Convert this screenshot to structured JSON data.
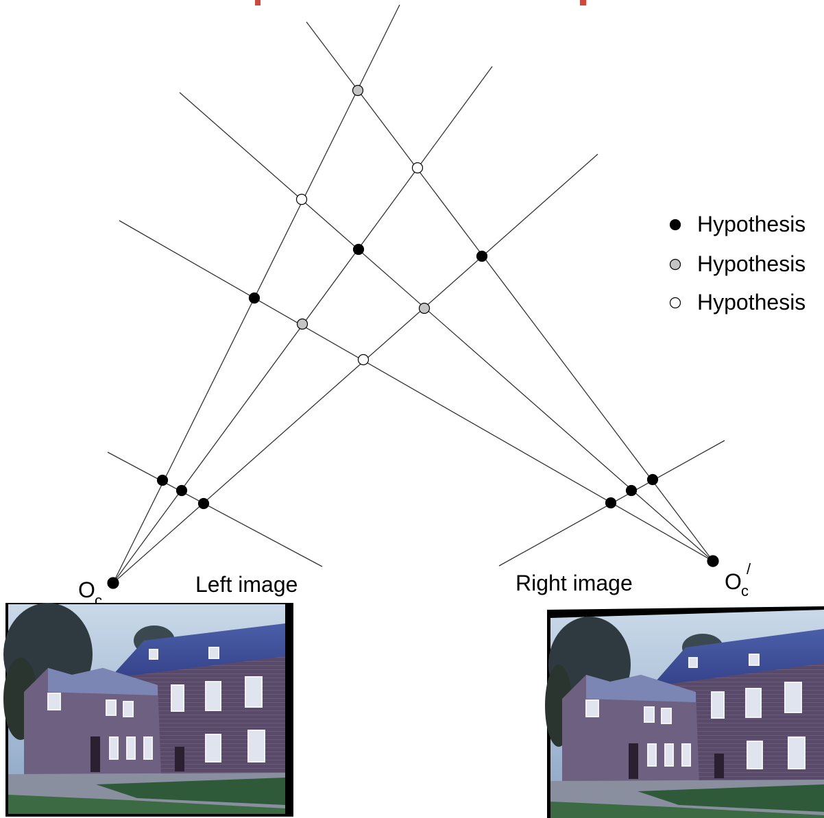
{
  "labels": {
    "left_center": "O",
    "left_center_sub": "c",
    "right_center": "O",
    "right_center_sub": "c",
    "right_center_prime": "/",
    "left_image": "Left image",
    "right_image": "Right image"
  },
  "legend": [
    {
      "fill": "#000000",
      "text": "Hypothesis"
    },
    {
      "fill": "#c4c4c4",
      "text": "Hypothesis"
    },
    {
      "fill": "#ffffff",
      "text": "Hypothesis"
    }
  ],
  "colors": {
    "black_point": "#000000",
    "gray_point": "#c4c4c4",
    "white_point": "#ffffff",
    "title_accent": "#d0483a"
  },
  "photos": {
    "left": "left-building-photo",
    "right": "right-building-photo"
  }
}
